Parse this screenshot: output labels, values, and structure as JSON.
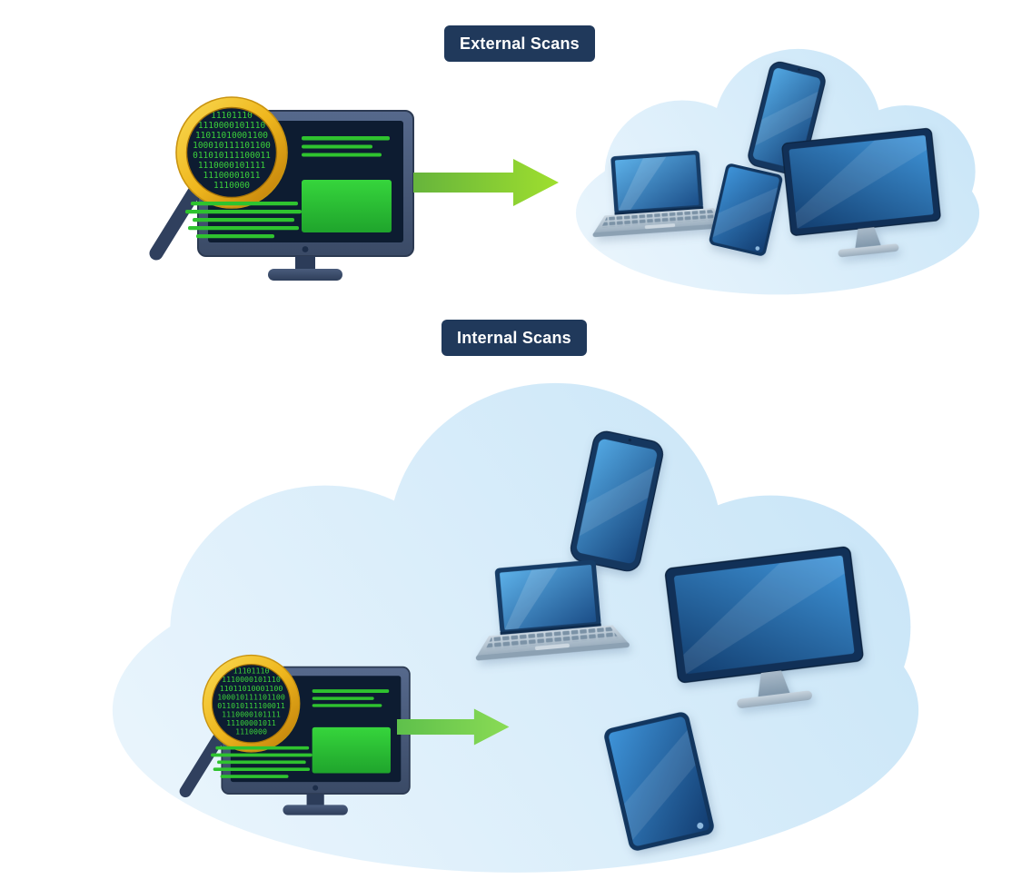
{
  "page": {
    "bg": "#ffffff"
  },
  "badges": {
    "external": "External Scans",
    "internal": "Internal Scans"
  },
  "scanner": {
    "code_lines": [
      "11101110",
      "1110000101110",
      "11011010001100",
      "100010111101100",
      "011010111100011",
      "1110000101111",
      "11100001011",
      "1110000"
    ]
  },
  "colors": {
    "page_bg": "#ffffff",
    "badge_bg": "#20395b",
    "badge_text": "#ffffff",
    "code_green": "#3bd13b",
    "result_green": "#2fc32f",
    "arrow_start": "#66b43c",
    "arrow_end": "#9fdf2e",
    "arrow2_start": "#5ec04b",
    "arrow2_end": "#8adb55",
    "cloud_light": "#ecf6fd",
    "cloud_dark": "#c6e4f7",
    "gold": "#efb71e",
    "screen_dark": "#0d1c31",
    "device_navy": "#12365f",
    "device_blue": "#3f97da"
  },
  "icons": {
    "scanner": "magnifier-scan-icon",
    "arrow": "arrow-right-icon",
    "cloud": "cloud-icon",
    "smartphone": "smartphone-icon",
    "laptop": "laptop-icon",
    "tablet": "tablet-icon",
    "monitor": "desktop-monitor-icon"
  }
}
